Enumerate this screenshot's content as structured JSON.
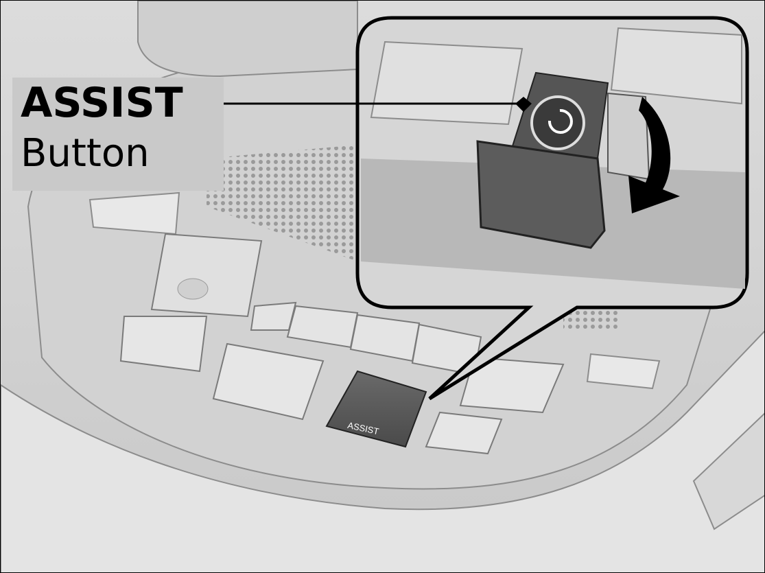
{
  "callout": {
    "title": "ASSIST",
    "subtitle": "Button"
  },
  "button_text": "ASSIST",
  "colors": {
    "line": "#000000",
    "label_bg": "#c9c9c9",
    "button": "#5a5a5a"
  }
}
